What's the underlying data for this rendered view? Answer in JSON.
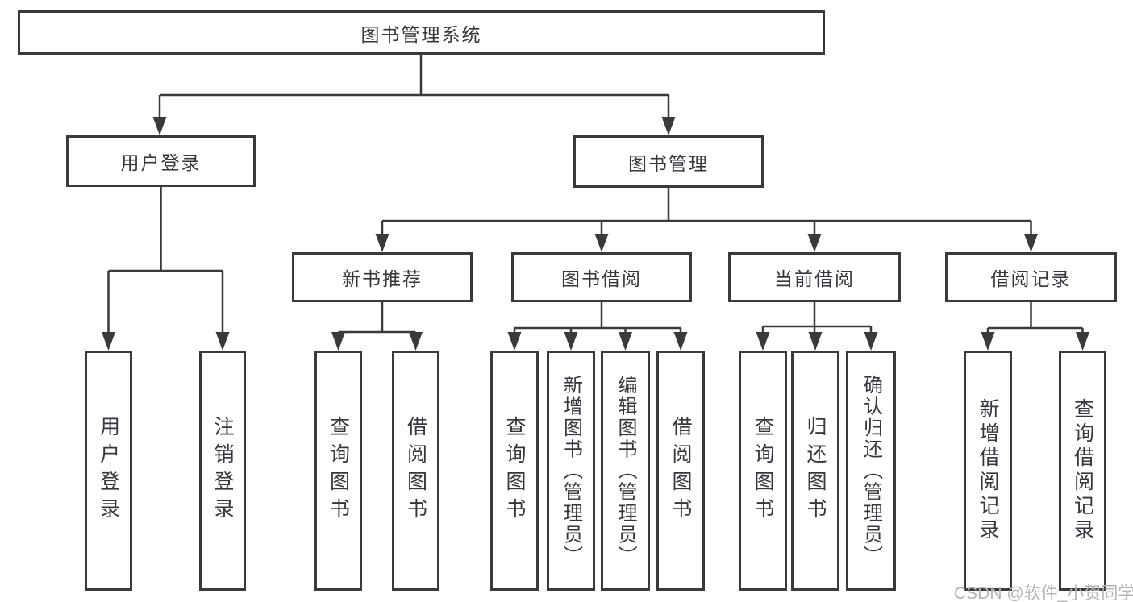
{
  "diagram": {
    "root": {
      "label": "图书管理系统"
    },
    "branches": [
      {
        "label": "用户登录",
        "children": [
          {
            "label": "用户登录"
          },
          {
            "label": "注销登录"
          }
        ]
      },
      {
        "label": "图书管理",
        "children": [
          {
            "label": "新书推荐",
            "children": [
              {
                "label": "查询图书"
              },
              {
                "label": "借阅图书"
              }
            ]
          },
          {
            "label": "图书借阅",
            "children": [
              {
                "label": "查询图书"
              },
              {
                "label": "新增图书（管理员）"
              },
              {
                "label": "编辑图书（管理员）"
              },
              {
                "label": "借阅图书"
              }
            ]
          },
          {
            "label": "当前借阅",
            "children": [
              {
                "label": "查询图书"
              },
              {
                "label": "归还图书"
              },
              {
                "label": "确认归还（管理员）"
              }
            ]
          },
          {
            "label": "借阅记录",
            "children": [
              {
                "label": "新增借阅记录"
              },
              {
                "label": "查询借阅记录"
              }
            ]
          }
        ]
      }
    ]
  },
  "watermark": {
    "text": "CSDN @软件_小贺同学"
  },
  "colors": {
    "line": "#3a3a3a",
    "text": "#35373c",
    "watermark": "#b4b4b4",
    "background": "#ffffff"
  }
}
